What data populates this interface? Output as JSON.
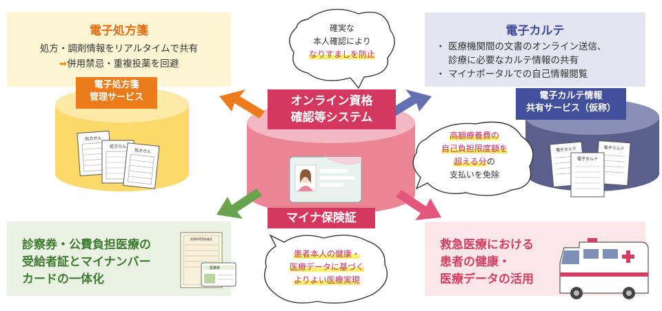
{
  "rx_service": {
    "title": "電子処方箋",
    "line1": "処方・調剤情報をリアルタイムで共有",
    "arrow": "➡",
    "line2": "併用禁忌・重複投薬を回避",
    "db_label_1": "電子処方箋",
    "db_label_2": "管理サービス",
    "doc_label": "処方せん"
  },
  "emr_service": {
    "title": "電子カルテ",
    "items": [
      "医療機関間の文書のオンライン送信、",
      "診療に必要なカルテ情報の共有",
      "マイナポータルでの自己情報閲覧"
    ],
    "db_label_1": "電子カルテ情報",
    "db_label_2": "共有サービス（仮称）",
    "doc_label": "電子カルテ"
  },
  "center": {
    "label_1": "オンライン資格",
    "label_2": "確認等システム",
    "card_label": "マイナ保険証"
  },
  "card_integration": {
    "line1": "診察券・公費負担医療の",
    "line2": "受給者証とマイナンバー",
    "line3": "カードの一体化",
    "cert_label": "医療券",
    "doc_label": "医療券等受給者証"
  },
  "emergency": {
    "line1": "救急医療における",
    "line2": "患者の健康・",
    "line3": "医療データの活用"
  },
  "bubbles": {
    "identity": {
      "l1": "確実な",
      "l2": "本人確認により",
      "l3": "なりすましを防止"
    },
    "cost": {
      "l1": "高額療養費の",
      "l2": "自己負担限度額を",
      "l3": "超える分",
      "l3b": "の",
      "l4": "支払いを免除"
    },
    "health": {
      "l1": "患者本人の健康・",
      "l2": "医療データに基づく",
      "l3": "よりよい医療実現"
    }
  },
  "colors": {
    "orange": "#ec7b1c",
    "navy": "#43519c",
    "crimson": "#d5385f",
    "green": "#5e9b45",
    "pink": "#e4577d",
    "highlight": "#fff06a"
  },
  "icons": [
    "arrow-up-left-icon",
    "arrow-up-right-icon",
    "arrow-down-left-icon",
    "arrow-down-right-icon",
    "ambulance-icon",
    "person-icon"
  ]
}
